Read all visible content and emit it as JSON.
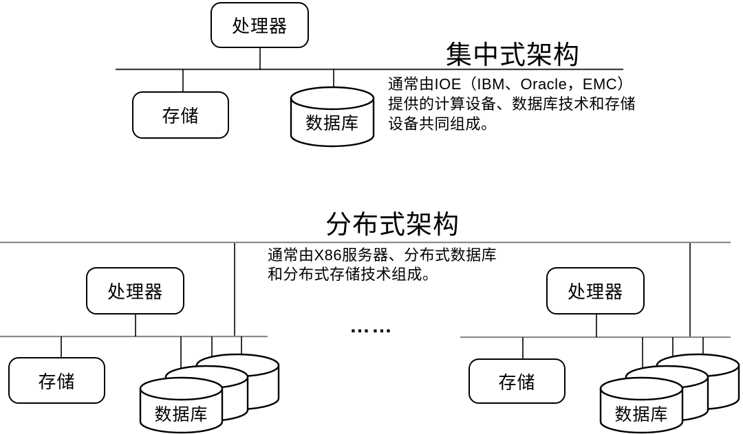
{
  "colors": {
    "stroke": "#000000",
    "bus_dark": "#3d3d3d",
    "bus_gray": "#8c8c8c",
    "background": "#ffffff"
  },
  "centralized": {
    "title": "集中式架构",
    "description_lines": [
      "通常由IOE（IBM、Oracle，EMC）",
      "提供的计算设备、数据库技术和存储",
      "设备共同组成。"
    ],
    "nodes": {
      "processor": "处理器",
      "storage": "存储",
      "database": "数据库"
    }
  },
  "distributed": {
    "title": "分布式架构",
    "description_lines": [
      "通常由X86服务器、分布式数据库",
      "和分布式存储技术组成。"
    ],
    "ellipsis": "……",
    "left_cluster": {
      "processor": "处理器",
      "storage": "存储",
      "database": "数据库"
    },
    "right_cluster": {
      "processor": "处理器",
      "storage": "存储",
      "database": "数据库"
    }
  }
}
